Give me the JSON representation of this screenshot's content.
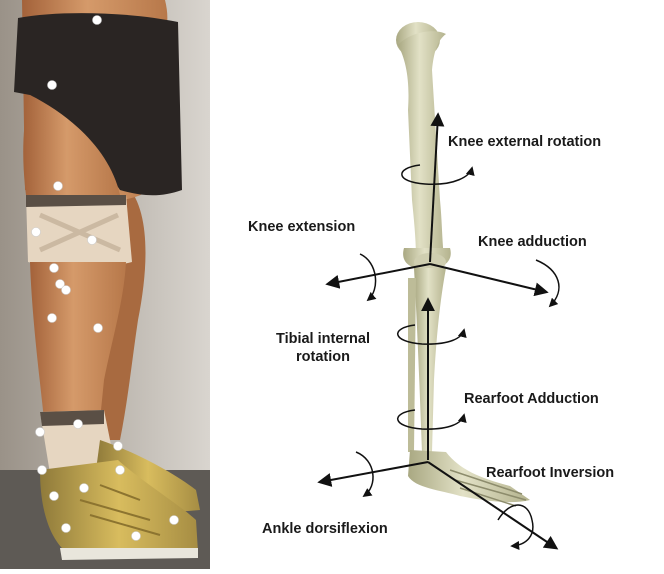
{
  "photo": {
    "description_icon": "leg-photo-with-markers-icon"
  },
  "diagram": {
    "icon": "leg-skeleton-icon",
    "labels": {
      "knee_external_rotation": "Knee external rotation",
      "knee_extension": "Knee extension",
      "knee_adduction": "Knee adduction",
      "tibial_internal_rotation_line1": "Tibial internal",
      "tibial_internal_rotation_line2": "rotation",
      "rearfoot_adduction": "Rearfoot Adduction",
      "rearfoot_inversion": "Rearfoot Inversion",
      "ankle_dorsiflexion": "Ankle dorsiflexion"
    }
  },
  "colors": {
    "bone": "#d8d7b8",
    "bone_shadow": "#a9a882",
    "skin": "#c98a5c",
    "shorts": "#2a2523",
    "tape": "#e6d6c1",
    "shoe": "#c8a64a",
    "marker": "#ffffff",
    "arrow": "#111111"
  }
}
